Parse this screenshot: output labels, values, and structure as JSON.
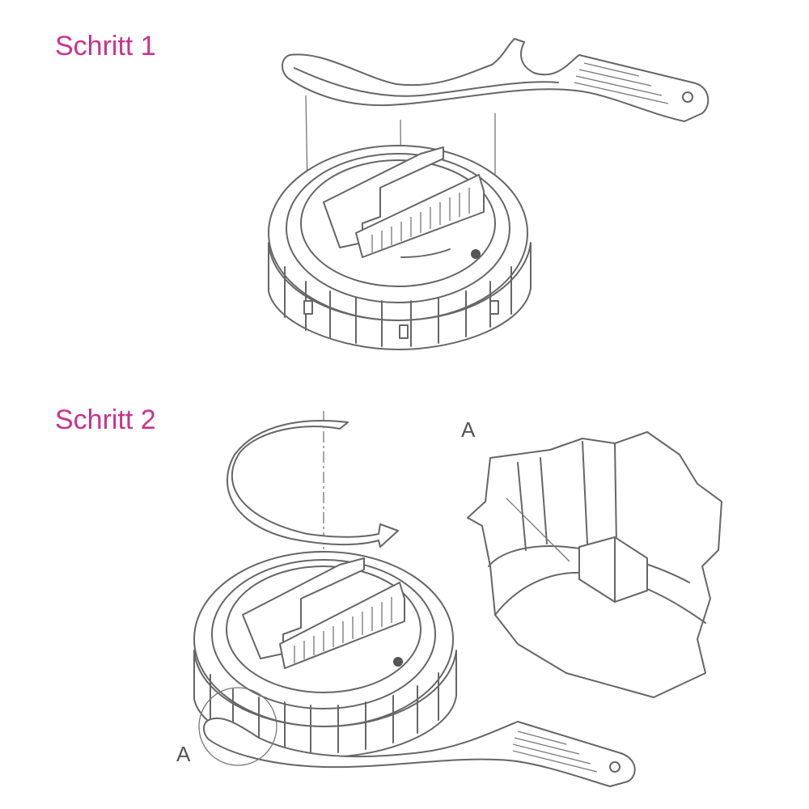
{
  "steps": {
    "step1_title": "Schritt 1",
    "step2_title": "Schritt 2"
  },
  "callouts": {
    "detail_label": "A",
    "circle_label": "A"
  },
  "colors": {
    "title_magenta": "#c8338a",
    "line_gray": "#666666"
  }
}
